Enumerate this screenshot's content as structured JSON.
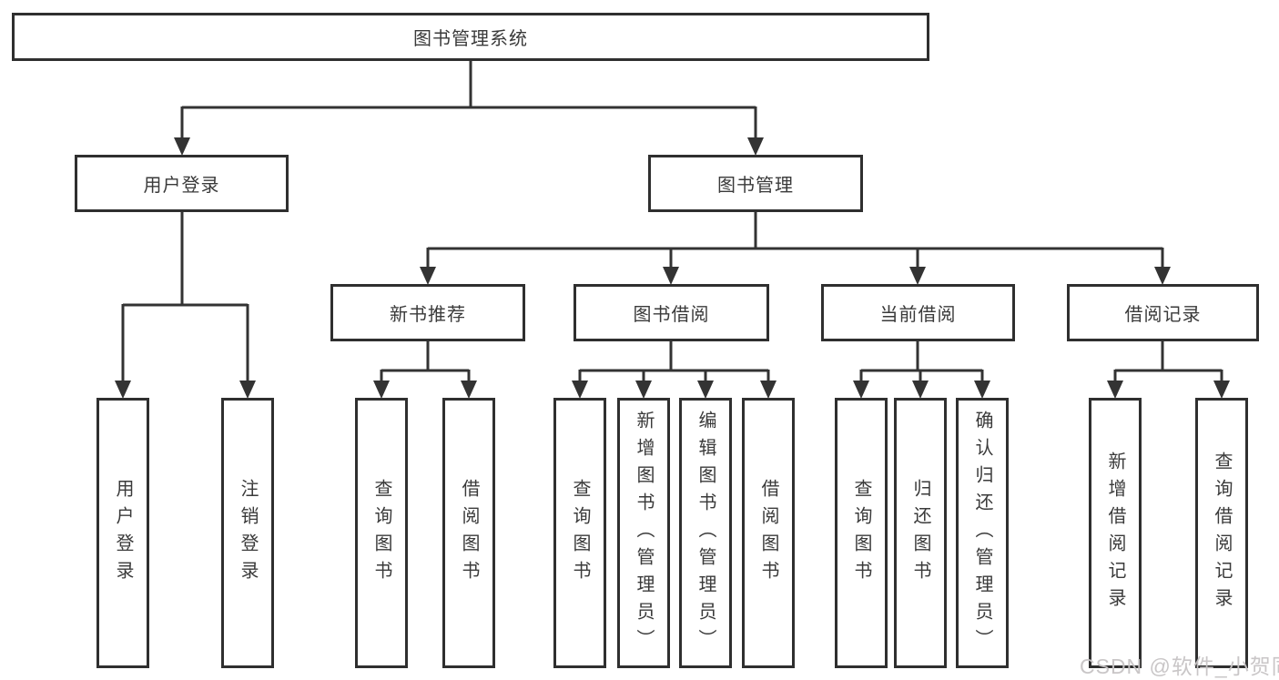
{
  "diagram": {
    "root": "图书管理系统",
    "user_login": {
      "label": "用户登录",
      "children": [
        "用户登录",
        "注销登录"
      ]
    },
    "book_mgmt": {
      "label": "图书管理",
      "sections": [
        {
          "label": "新书推荐",
          "children": [
            "查询图书",
            "借阅图书"
          ]
        },
        {
          "label": "图书借阅",
          "children": [
            "查询图书",
            "新增图书（管理员）",
            "编辑图书（管理员）",
            "借阅图书"
          ]
        },
        {
          "label": "当前借阅",
          "children": [
            "查询图书",
            "归还图书",
            "确认归还（管理员）"
          ]
        },
        {
          "label": "借阅记录",
          "children": [
            "新增借阅记录",
            "查询借阅记录"
          ]
        }
      ]
    }
  },
  "colors": {
    "line": "#333333",
    "border": "#2f2f2f",
    "text": "#3a3a3a",
    "watermark": "#c6c3c4"
  },
  "watermark": "CSDN @软件_小贺同学"
}
